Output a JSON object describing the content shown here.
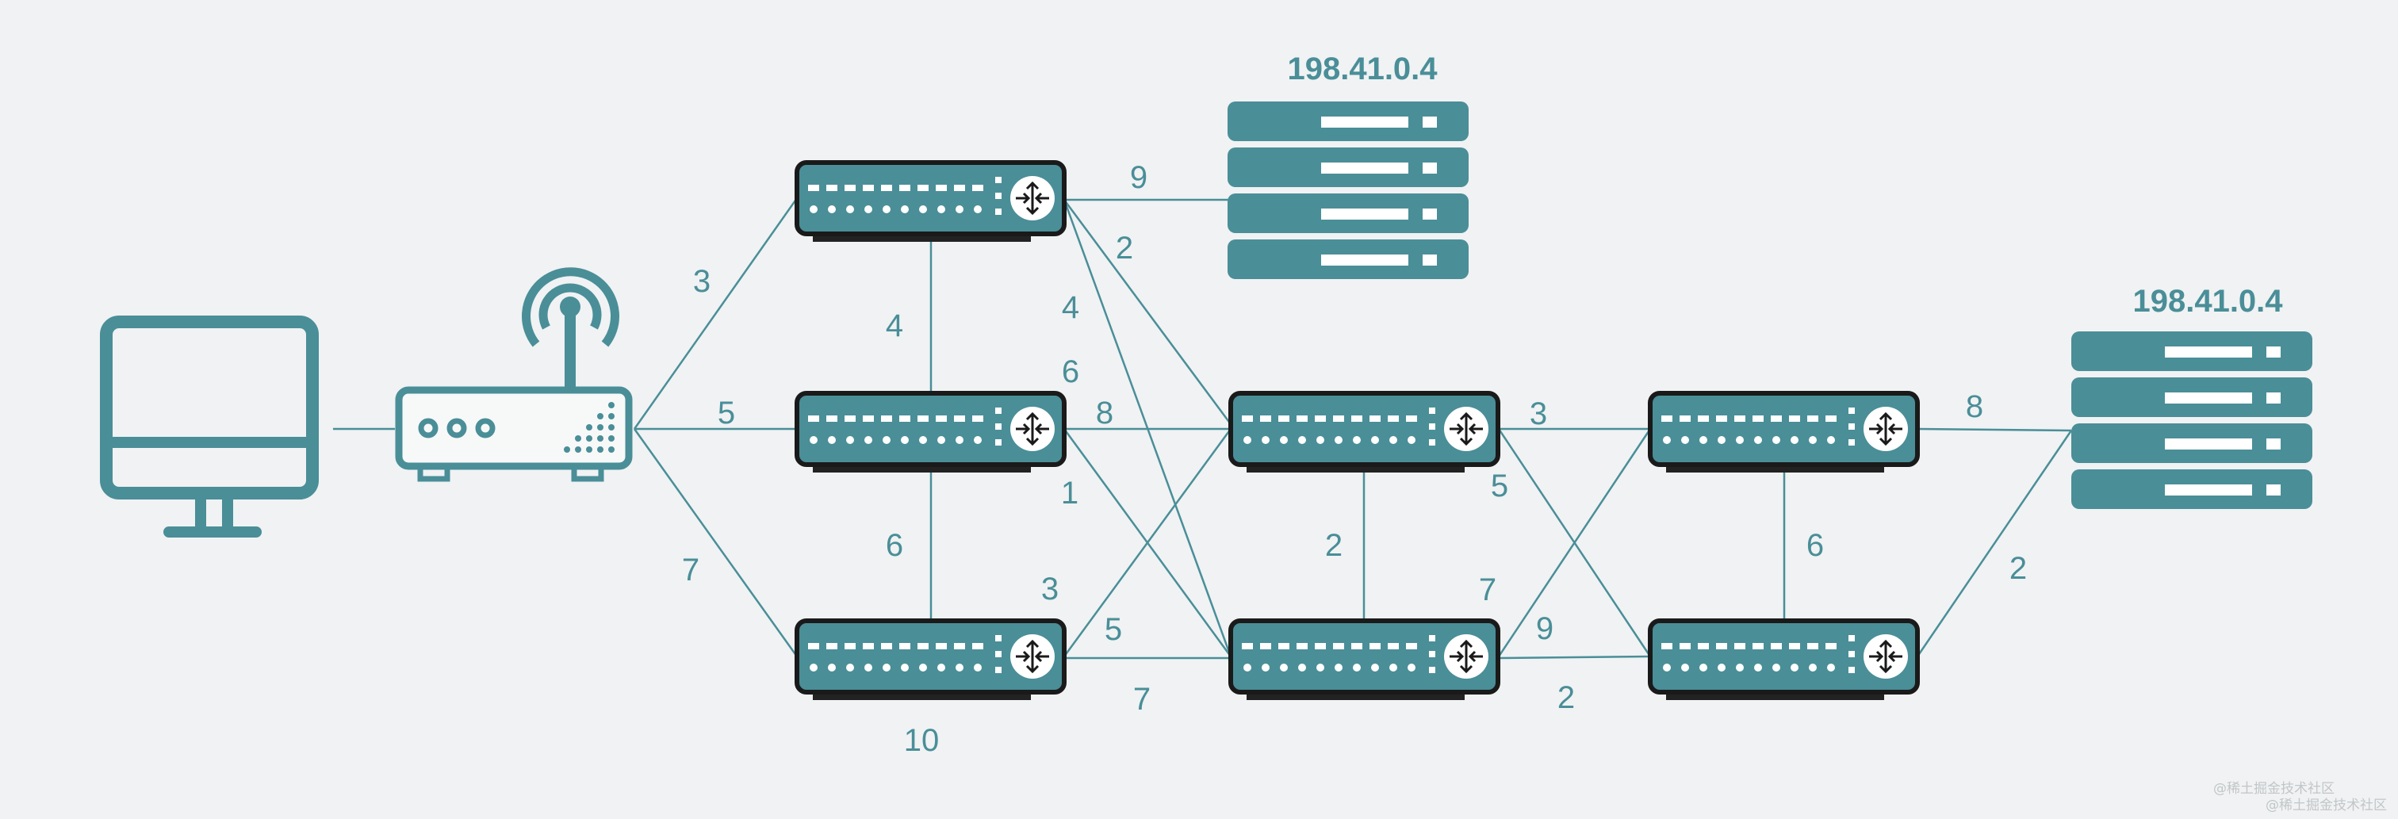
{
  "servers": [
    {
      "id": "server-top",
      "ip": "198.41.0.4"
    },
    {
      "id": "server-right",
      "ip": "198.41.0.4"
    }
  ],
  "links": [
    {
      "id": "w-r-s1",
      "weight": "3"
    },
    {
      "id": "w-r-s2",
      "weight": "5"
    },
    {
      "id": "w-r-s3",
      "weight": "7"
    },
    {
      "id": "w-s1-s2",
      "weight": "4"
    },
    {
      "id": "w-s2-s3",
      "weight": "6"
    },
    {
      "id": "w-s1-srv",
      "weight": "9"
    },
    {
      "id": "w-s1-s4",
      "weight": "2"
    },
    {
      "id": "w-s1-s5",
      "weight": "4"
    },
    {
      "id": "w-s2-s4a",
      "weight": "6"
    },
    {
      "id": "w-s2-s4b",
      "weight": "8"
    },
    {
      "id": "w-s2-s5",
      "weight": "1"
    },
    {
      "id": "w-s3-s4",
      "weight": "3"
    },
    {
      "id": "w-s3-s5a",
      "weight": "5"
    },
    {
      "id": "w-s3-s5b",
      "weight": "7"
    },
    {
      "id": "w-s3-loop",
      "weight": "10"
    },
    {
      "id": "w-s4-s5",
      "weight": "2"
    },
    {
      "id": "w-s4-s6",
      "weight": "3"
    },
    {
      "id": "w-s4-s7",
      "weight": "5"
    },
    {
      "id": "w-s5-s6",
      "weight": "7"
    },
    {
      "id": "w-s5-s7a",
      "weight": "9"
    },
    {
      "id": "w-s5-s7b",
      "weight": "2"
    },
    {
      "id": "w-s6-s7",
      "weight": "6"
    },
    {
      "id": "w-s6-srv",
      "weight": "8"
    },
    {
      "id": "w-s7-srv",
      "weight": "2"
    }
  ],
  "watermark": {
    "line1": "@稀土掘金技术社区",
    "line2": "@稀土掘金技术社区"
  },
  "colors": {
    "teal": "#4a8e98",
    "dark": "#1a1a1a",
    "background": "#f0f2f3"
  }
}
